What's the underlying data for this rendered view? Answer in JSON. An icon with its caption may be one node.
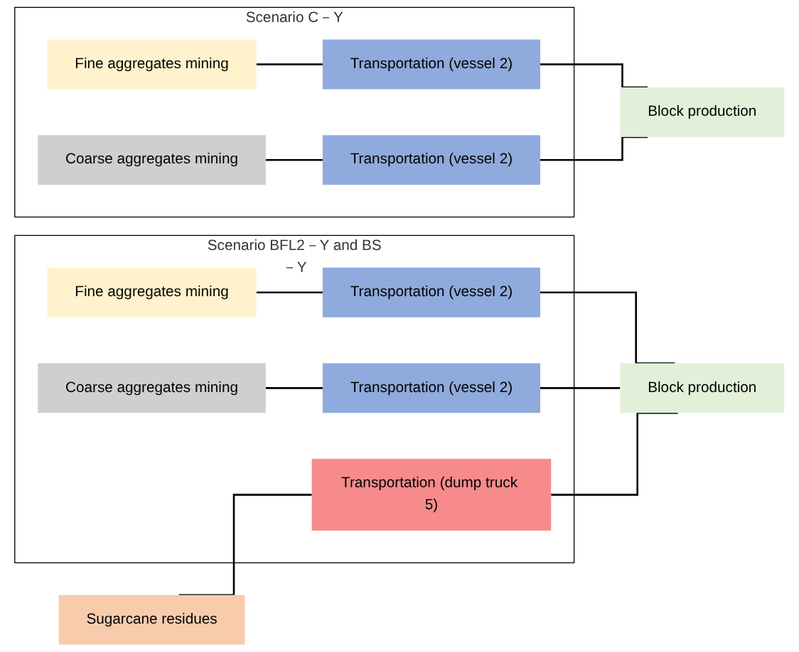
{
  "diagram": {
    "nodes": [
      {
        "text": [
          "Scenario C－Y"
        ]
      },
      {
        "text": [
          "Fine aggregates mining"
        ],
        "in": 0
      },
      {
        "text": [
          "Transportation (vessel 2)"
        ],
        "in": 0
      },
      {
        "text": [
          "Coarse aggregates mining"
        ],
        "in": 0
      },
      {
        "text": [
          "Transportation (vessel 2)"
        ],
        "in": 0
      },
      {
        "text": [
          "Block production"
        ]
      },
      {
        "text": [
          "Scenario BFL2－Y and BS－Y"
        ]
      },
      {
        "text": [
          "Fine aggregates mining"
        ],
        "in": 6
      },
      {
        "text": [
          "Transportation (vessel 2)"
        ],
        "in": 6
      },
      {
        "text": [
          "Coarse aggregates mining"
        ],
        "in": 6
      },
      {
        "text": [
          "Transportation (vessel 2)"
        ],
        "in": 6
      },
      {
        "text": [
          "Sugarcane residues"
        ]
      },
      {
        "text": [
          "Transportation (dump truck 5)"
        ],
        "in": 6
      },
      {
        "text": [
          "Block production"
        ]
      }
    ],
    "edges": [
      {
        "from": 1,
        "to": 2,
        "arrow": "none"
      },
      {
        "from": 3,
        "to": 4,
        "arrow": "none"
      },
      {
        "from": 2,
        "to": 5,
        "arrow": "none"
      },
      {
        "from": 4,
        "to": 5,
        "arrow": "none"
      },
      {
        "from": 7,
        "to": 8,
        "arrow": "none"
      },
      {
        "from": 9,
        "to": 10,
        "arrow": "none"
      },
      {
        "from": 11,
        "to": 12,
        "arrow": "none"
      },
      {
        "from": 8,
        "to": 13,
        "arrow": "none"
      },
      {
        "from": 10,
        "to": 13,
        "arrow": "none"
      },
      {
        "from": 12,
        "to": 13,
        "arrow": "none"
      }
    ]
  }
}
